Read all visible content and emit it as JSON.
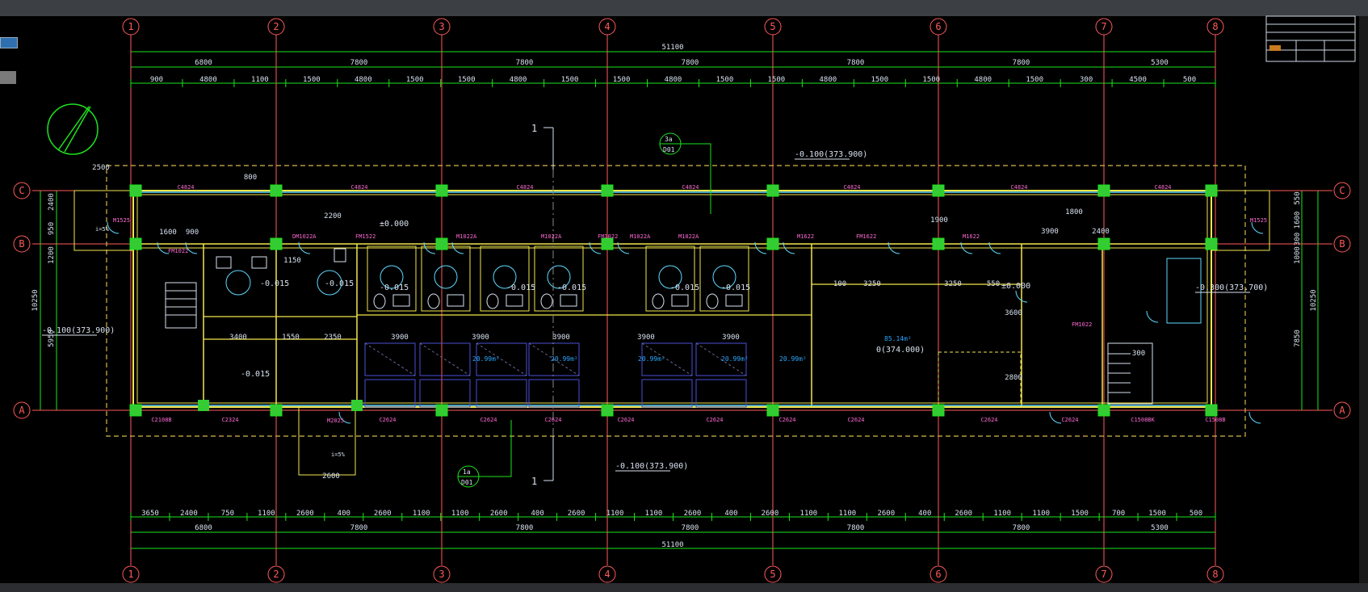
{
  "grid": {
    "columns": [
      "1",
      "2",
      "3",
      "4",
      "5",
      "6",
      "7",
      "8"
    ],
    "rows": [
      "C",
      "B",
      "A"
    ]
  },
  "dims": {
    "overall": "51100",
    "top_bays": [
      "6800",
      "7800",
      "7800",
      "7800",
      "7800",
      "7800",
      "5300"
    ],
    "top_segments": [
      "900",
      "4800",
      "1100",
      "1500",
      "4800",
      "1500",
      "1500",
      "4800",
      "1500",
      "1500",
      "4800",
      "1500",
      "1500",
      "4800",
      "1500",
      "1500",
      "4800",
      "1500",
      "300",
      "4500",
      "500"
    ],
    "bottom_segments": [
      "3650",
      "2400",
      "750",
      "1100",
      "2600",
      "400",
      "2600",
      "1100",
      "1100",
      "2600",
      "400",
      "2600",
      "1100",
      "1100",
      "2600",
      "400",
      "2600",
      "1100",
      "1100",
      "2600",
      "400",
      "2600",
      "1100",
      "1100",
      "1500",
      "700",
      "1500",
      "500"
    ],
    "bottom_bays": [
      "6800",
      "7800",
      "7800",
      "7800",
      "7800",
      "7800",
      "5300"
    ],
    "left_outer": [
      "2400",
      "950",
      "1200",
      "5950"
    ],
    "left_total": "10250",
    "right_outer": [
      "550",
      "1600",
      "300",
      "1000",
      "7850"
    ],
    "right_total": "10250",
    "inner_misc": [
      "2500",
      "1600",
      "900",
      "1150",
      "3400",
      "1550",
      "2350",
      "3900",
      "3900",
      "3900",
      "3900",
      "3900",
      "3250",
      "3250",
      "3600",
      "2800",
      "3900",
      "2400",
      "1900",
      "1800",
      "2200",
      "800",
      "100",
      "550",
      "2600",
      "300"
    ]
  },
  "labels": {
    "elev_north": "-0.100(373.900)",
    "elev_south": "-0.100(373.900)",
    "elev_west": "-0.100(373.900)",
    "elev_east": "-0.300(373.700)",
    "elev_hall": "0(374.000)",
    "floor_zero": "±0.000",
    "floor_zero_2": "±0.000",
    "room_levels": [
      "-0.015",
      "-0.015",
      "-0.015",
      "-0.015",
      "-0.015",
      "-0.015",
      "-0.015",
      "-0.015"
    ],
    "room_areas": [
      "20.99m²",
      "20.99m²",
      "20.99m²",
      "20.99m²",
      "20.99m²",
      "85.14m²"
    ],
    "section_mark": "1",
    "section_ref_top": "3a",
    "section_ref_top_sheet": "D01",
    "section_ref_bottom": "1a",
    "section_ref_bottom_sheet": "D01",
    "windows_top": [
      "C4824",
      "C4824",
      "C4824",
      "C4824",
      "C4824",
      "C4824",
      "C4824"
    ],
    "windows_bottom": [
      "C2108B",
      "C2324",
      "C2624",
      "C2624",
      "C2624",
      "C2624",
      "C2624",
      "C2624",
      "C2624",
      "C2624",
      "C2624",
      "C1508BK",
      "C1508B"
    ],
    "doors": [
      "FM1022",
      "DM1022A",
      "FM1522",
      "M1022A",
      "M1022A",
      "FM1022",
      "M1022A",
      "M1022A",
      "M1622",
      "M1622",
      "FM1622",
      "M1525",
      "M1525",
      "M2025",
      "FM1022"
    ],
    "misc_marks": [
      "i=5%",
      "i=5%"
    ]
  }
}
